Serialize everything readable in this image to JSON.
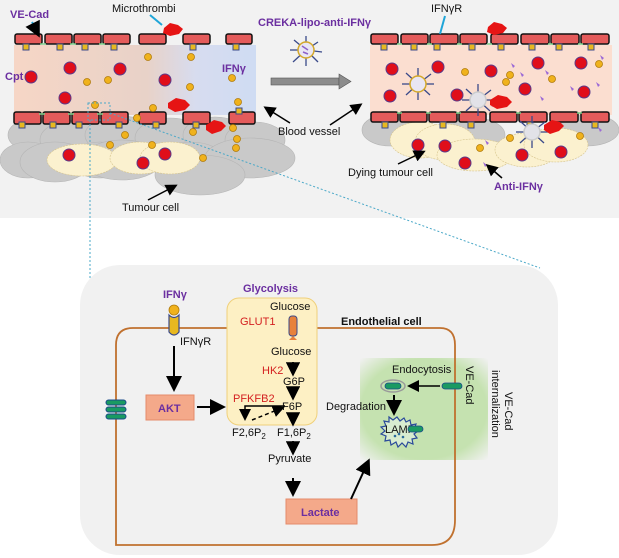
{
  "top_panel": {
    "labels": {
      "ve_cad": "VE-Cad",
      "microthrombi": "Microthrombi",
      "cpt": "Cpt",
      "ifng": "IFNγ",
      "creka": "CREKA-lipo-anti-IFNγ",
      "ifngr": "IFNγR",
      "blood_vessel": "Blood vessel",
      "tumour_cell": "Tumour cell",
      "dying_tumour_cell": "Dying tumour cell",
      "anti_ifng": "Anti-IFNγ"
    }
  },
  "bottom_panel": {
    "ifng": "IFNγ",
    "ifngr": "IFNγR",
    "glycolysis": "Glycolysis",
    "glucose_out": "Glucose",
    "glut1": "GLUT1",
    "glucose_in": "Glucose",
    "hk2": "HK2",
    "g6p": "G6P",
    "pfkfb2": "PFKFB2",
    "f6p": "F6P",
    "f26p2": "F2,6P",
    "f16p2": "F1,6P",
    "sub2": "2",
    "pyruvate": "Pyruvate",
    "akt": "AKT",
    "lactate": "Lactate",
    "endothelial_cell": "Endothelial cell",
    "endocytosis": "Endocytosis",
    "degradation": "Degradation",
    "lamp": "LAMP",
    "ve_cad": "VE-Cad",
    "ve_cad_internalization_1": "VE-Cad",
    "ve_cad_internalization_2": "internalization"
  },
  "colors": {
    "purple_label": "#6b2fa0",
    "red_enzyme": "#d42020",
    "cell_membrane": "#c0712f",
    "glycolysis_box": "#fdf0c4",
    "akt_box": "#f4a98a",
    "green_zone": "#c6e3b2",
    "ve_cad_green": "#1a8a5a"
  }
}
